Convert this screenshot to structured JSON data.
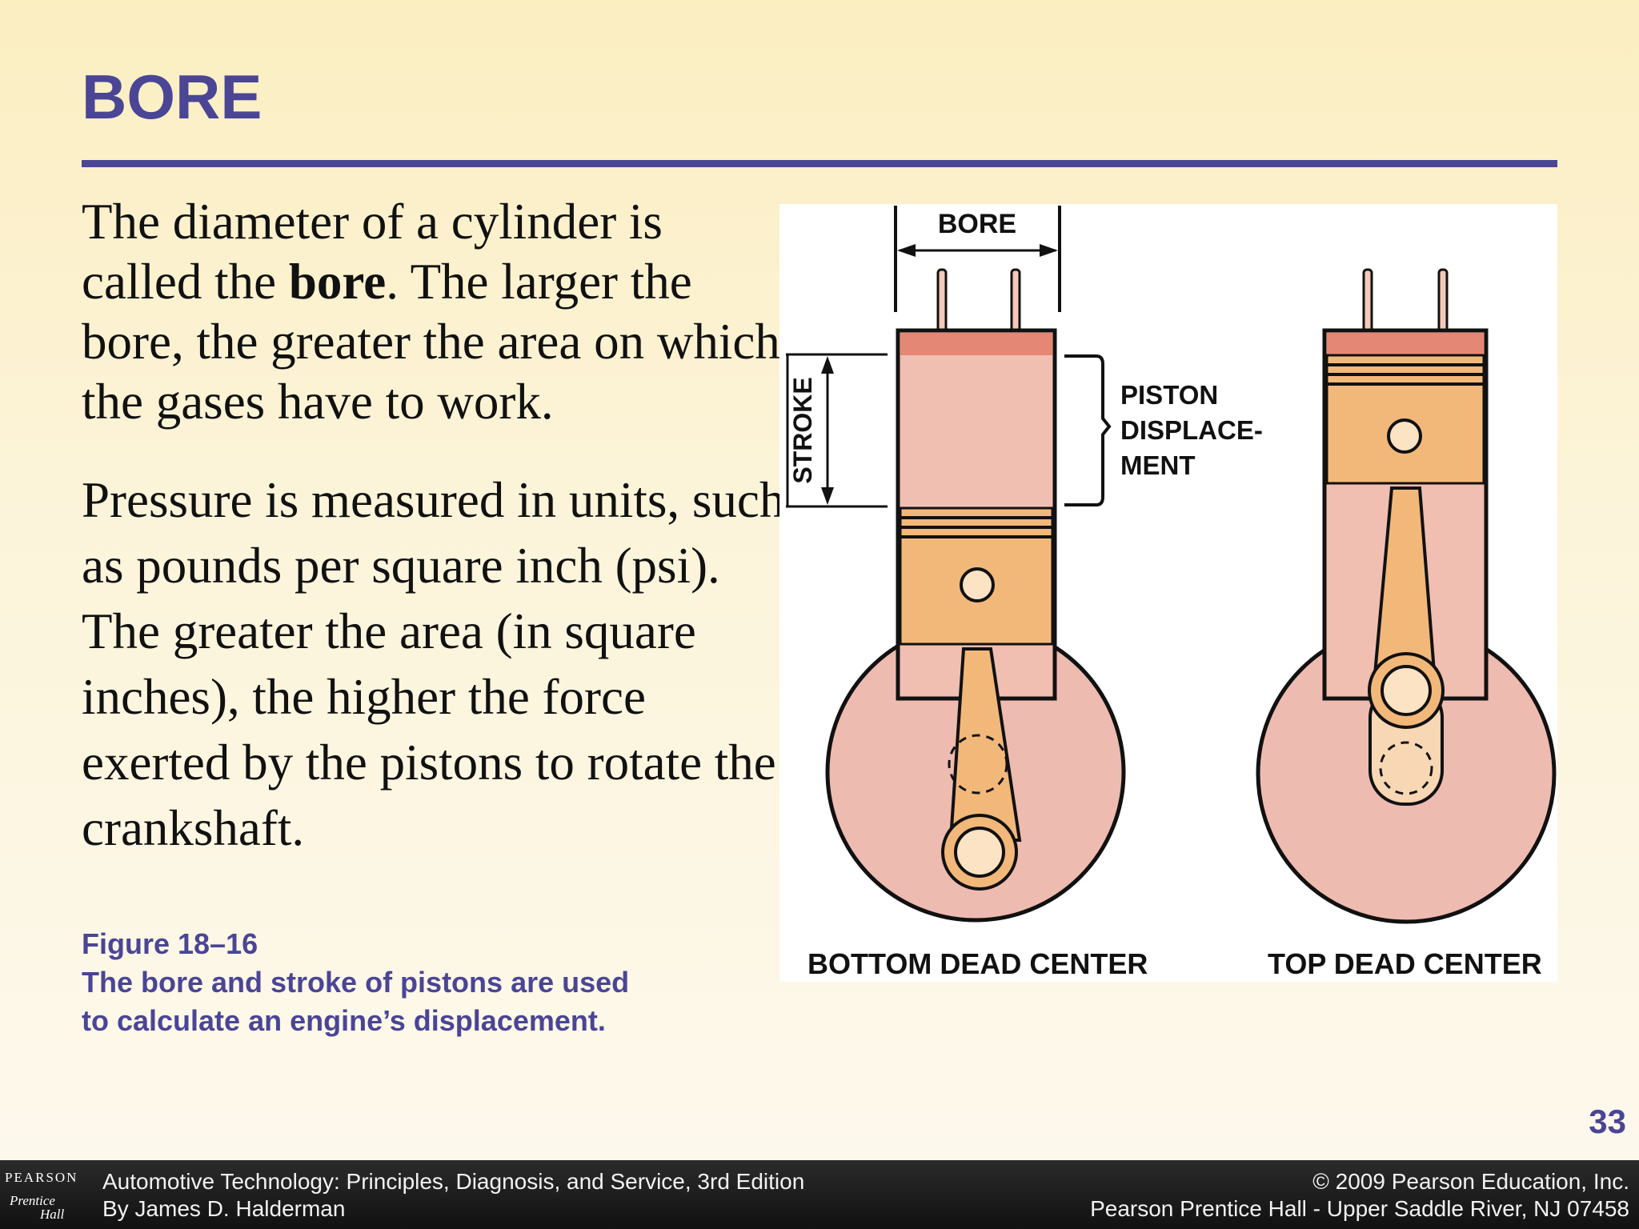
{
  "slide": {
    "title": "BORE",
    "paragraph1": {
      "before": "The diameter of a cylinder is called the ",
      "bold": "bore",
      "after": ". The larger the bore, the greater the area on which the gases have to work."
    },
    "paragraph2": "Pressure is measured in units, such as pounds per square inch (psi). The greater the area (in square inches), the higher the force exerted by the pistons to rotate the crankshaft.",
    "caption_line1": "Figure 18–16",
    "caption_line2": "The bore and stroke of pistons are used",
    "caption_line3": "to calculate an engine’s displacement.",
    "page_number": "33"
  },
  "figure": {
    "bore_label": "BORE",
    "stroke_label": "STROKE",
    "displacement_label_1": "PISTON",
    "displacement_label_2": "DISPLACE-",
    "displacement_label_3": "MENT",
    "bdc_label": "BOTTOM DEAD CENTER",
    "tdc_label": "TOP DEAD CENTER"
  },
  "footer": {
    "logo_top": "PEARSON",
    "logo_bottom_1": "Prentice",
    "logo_bottom_2": "Hall",
    "book_title": "Automotive Technology: Principles, Diagnosis, and Service, 3rd Edition",
    "author": "By James D. Halderman",
    "copyright": "© 2009 Pearson Education, Inc.",
    "publisher": "Pearson Prentice Hall - Upper Saddle River, NJ 07458"
  }
}
